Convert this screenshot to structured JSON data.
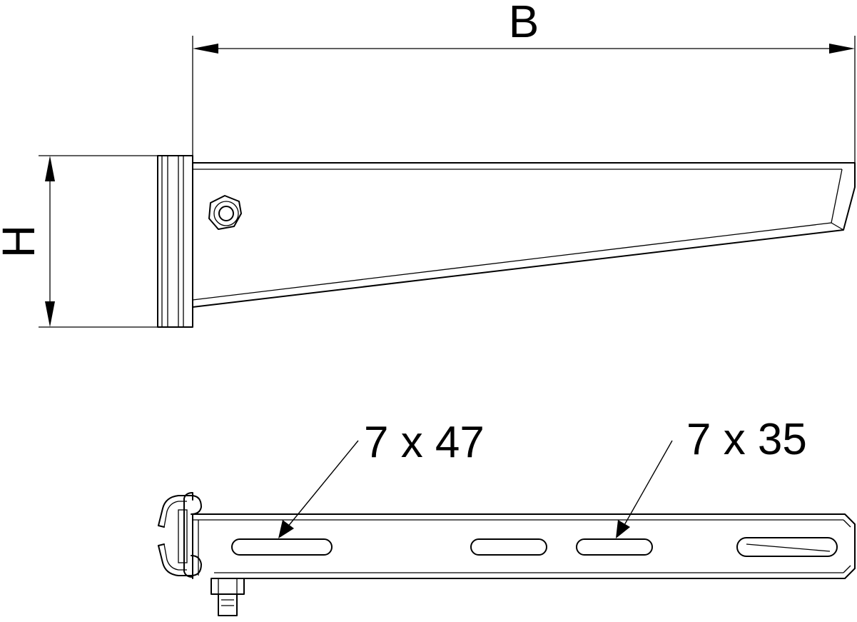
{
  "dimensions": {
    "width_label": "B",
    "height_label": "H"
  },
  "slots": {
    "large_slot_label": "7 x 47",
    "small_slot_label": "7 x 35"
  }
}
